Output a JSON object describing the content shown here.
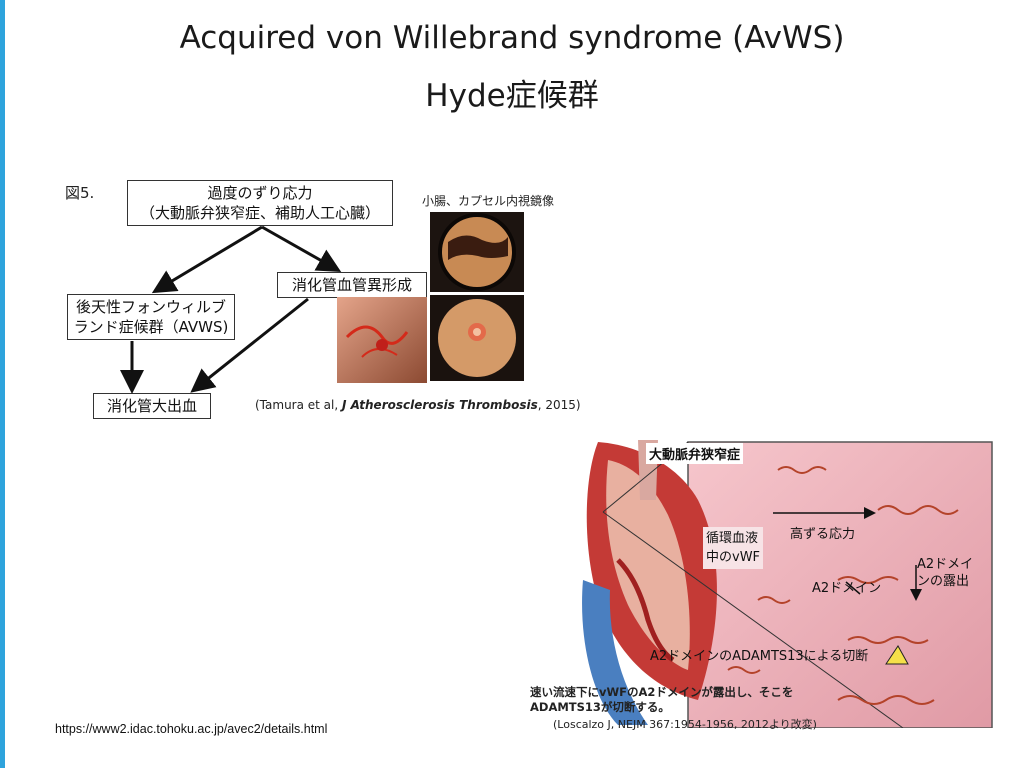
{
  "title": {
    "line1": "Acquired von Willebrand syndrome (AvWS)",
    "line2": "Hyde症候群"
  },
  "figure5": {
    "label": "図5.",
    "box_top_line1": "過度のずり応力",
    "box_top_line2": "（大動脈弁狭窄症、補助人工心臓）",
    "box_left_line1": "後天性フォンウィルブ",
    "box_left_line2": "ランド症候群（AVWS)",
    "box_right": "消化管血管異形成",
    "box_bottom": "消化管大出血",
    "photo_caption": "小腸、カプセル内視鏡像",
    "citation_prefix": "(Tamura et al, ",
    "citation_journal": "J Atherosclerosis Thrombosis",
    "citation_suffix": ", 2015)"
  },
  "heart_figure": {
    "label_av_stenosis": "大動脈弁狭窄症",
    "label_vwf_line1": "循環血液",
    "label_vwf_line2": "中のvWF",
    "label_stress": "高ずる応力",
    "label_a2": "A2ドメイン",
    "label_exposure_line1": "A2ドメイ",
    "label_exposure_line2": "ンの露出",
    "label_cleavage": "A2ドメインのADAMTS13による切断",
    "caption_line1": "速い流速下にvWFのA2ドメインが露出し、そこを",
    "caption_line2": "ADAMTS13が切断する。",
    "citation": "(Loscalzo J, NEJM 367:1954-1956, 2012より改変)"
  },
  "source_url": "https://www2.idac.tohoku.ac.jp/avec2/details.html",
  "colors": {
    "accent_bar": "#2ea3dc",
    "tissue_pink": "#e8a7b0",
    "cleavage_marker": "#f5e04a"
  }
}
